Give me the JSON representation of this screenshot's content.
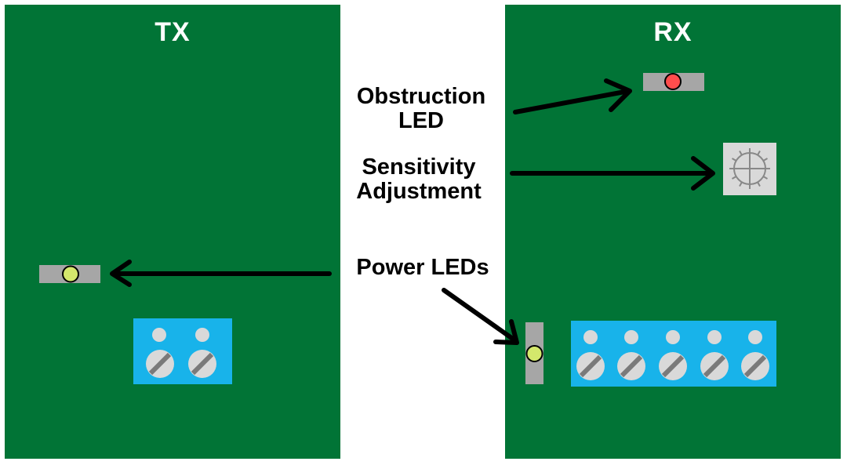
{
  "colors": {
    "board": "#017436",
    "background": "#ffffff",
    "led_holder": "#a6a6a6",
    "obstruction_led": "#ff4d4d",
    "power_led": "#d4e86c",
    "terminal_block": "#18b3ea",
    "screw": "#d9d9d9",
    "pot_body": "#d9d9d9",
    "arrow": "#000000"
  },
  "boards": {
    "tx": {
      "title": "TX"
    },
    "rx": {
      "title": "RX"
    }
  },
  "labels": {
    "obstruction_line1": "Obstruction",
    "obstruction_line2": "LED",
    "sensitivity_line1": "Sensitivity",
    "sensitivity_line2": "Adjustment",
    "power": "Power LEDs"
  },
  "icons": {
    "tx_power_led": "led-icon",
    "rx_power_led": "led-icon",
    "obstruction_led": "led-icon",
    "sensitivity_pot": "potentiometer-icon",
    "screw": "screw-terminal-icon"
  },
  "terminals": {
    "tx_count": 2,
    "rx_count": 5
  }
}
